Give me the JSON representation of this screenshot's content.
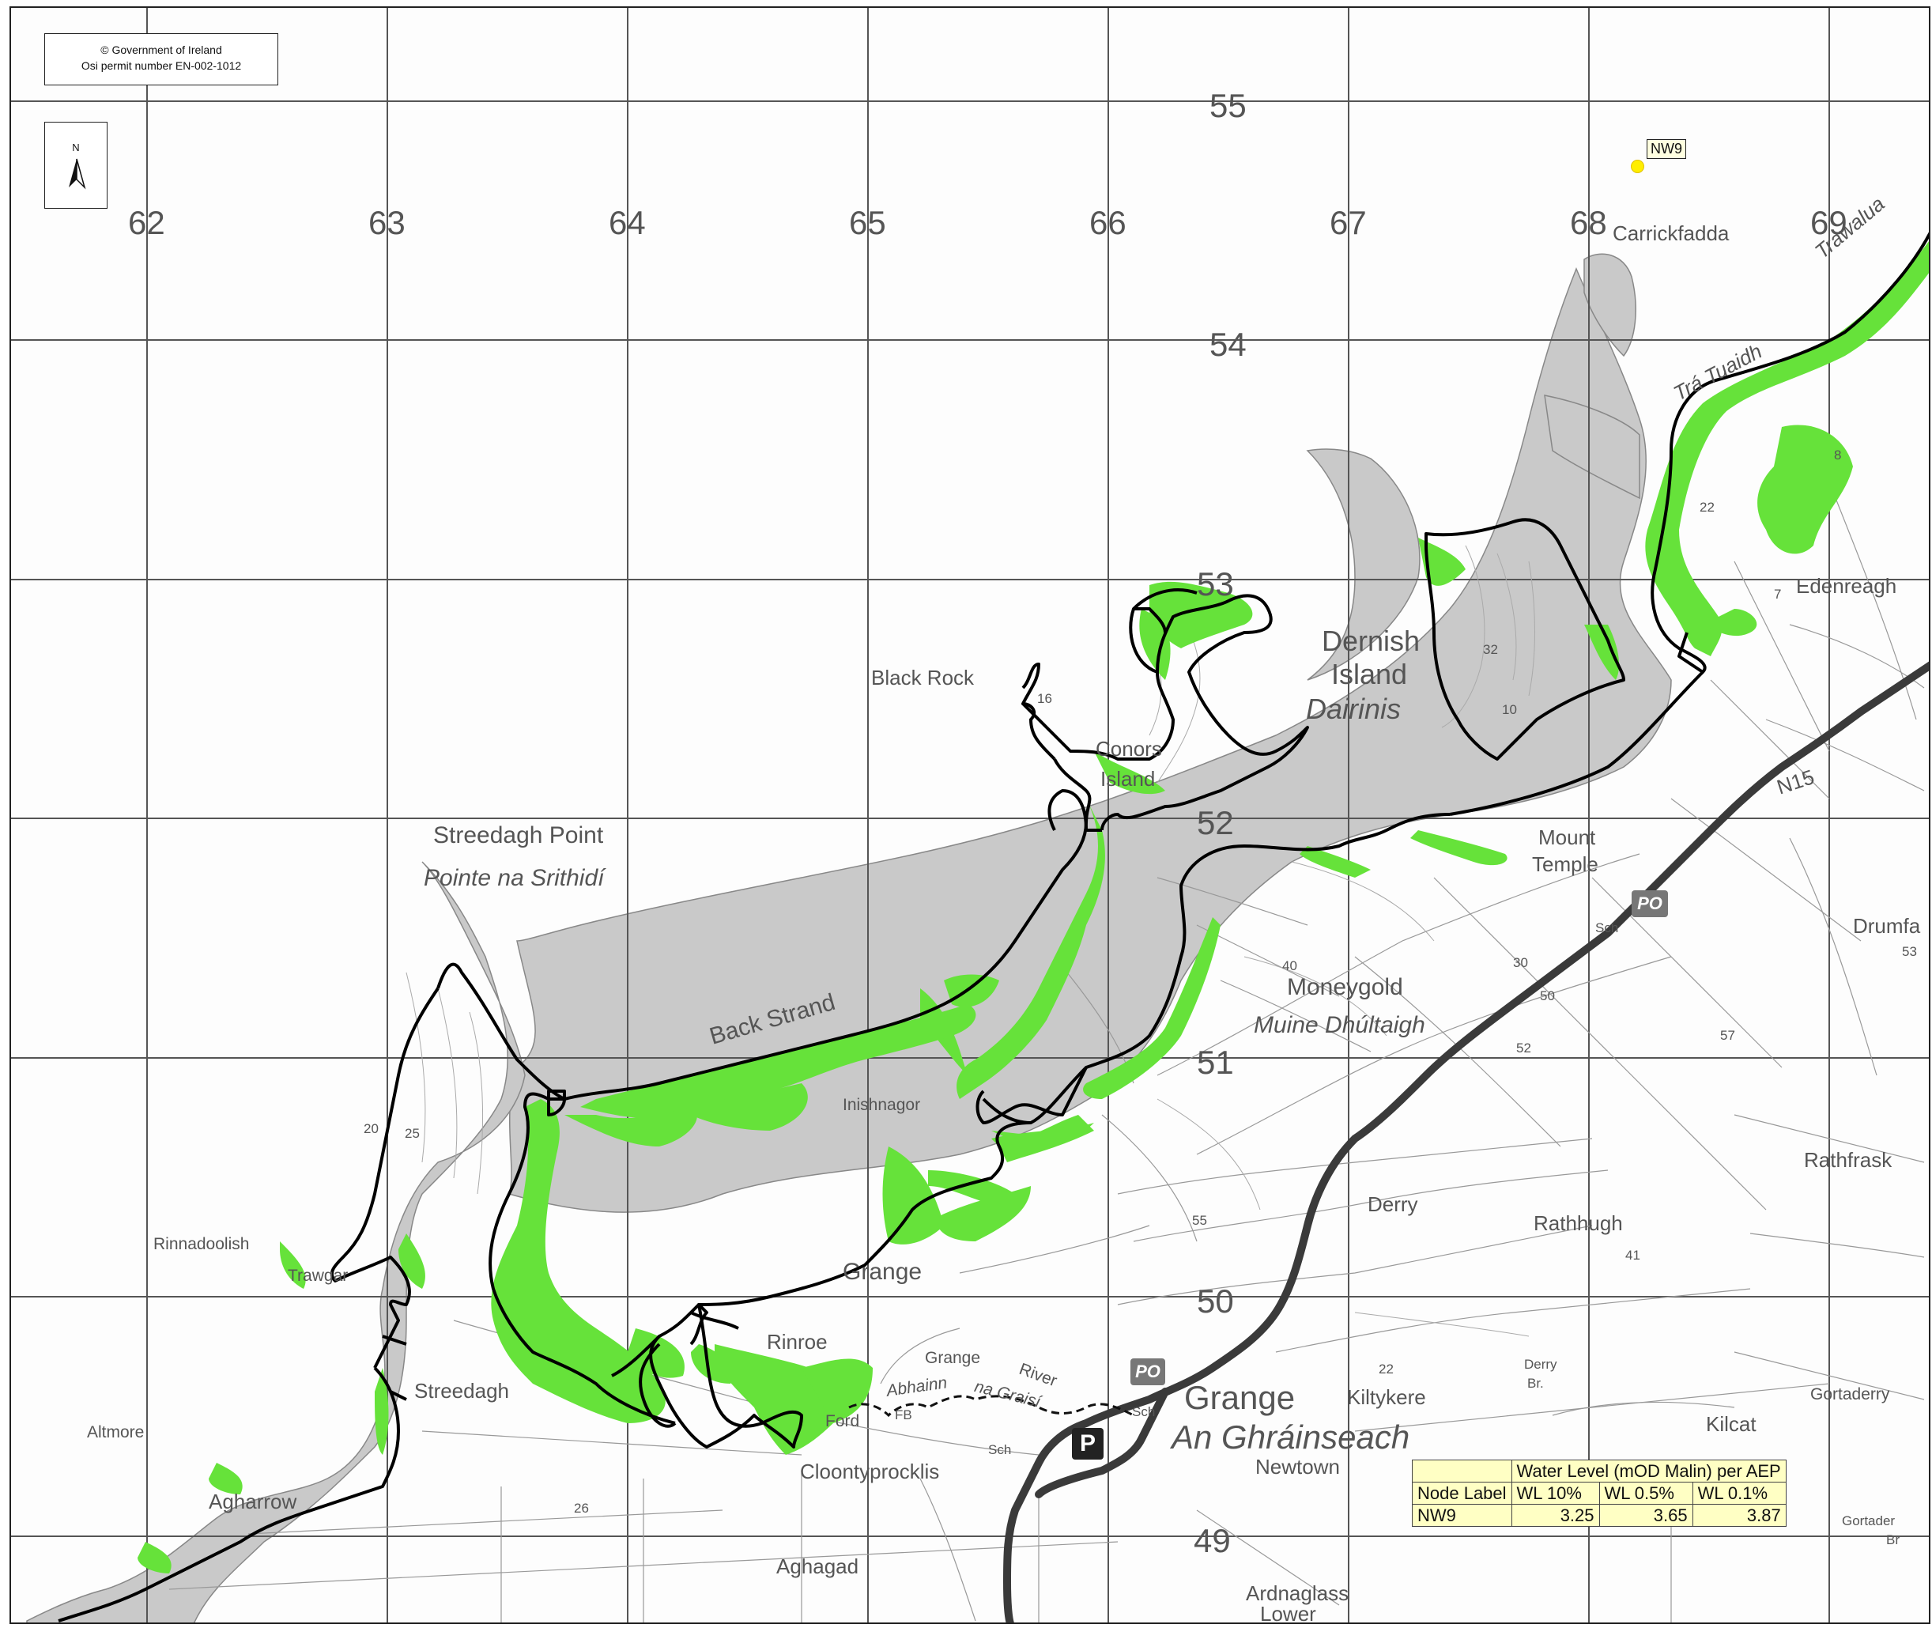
{
  "copyright": {
    "line1": "© Government of Ireland",
    "line2": "Osi permit number EN-002-1012"
  },
  "north_arrow": {
    "letter": "N",
    "icon": "north-arrow-icon"
  },
  "grid": {
    "eastings": [
      "62",
      "63",
      "64",
      "65",
      "66",
      "67",
      "68",
      "69"
    ],
    "northings": [
      "55",
      "54",
      "53",
      "52",
      "51",
      "50",
      "49"
    ]
  },
  "places": {
    "carrickfadda": "Carrickfadda",
    "trawalua": "Trawalua",
    "tra_tuaidh": "Trá Tuaidh",
    "edenreagh": "Edenreagh",
    "dernish_island": "Dernish",
    "dernish_island2": "Island",
    "dairinis": "Dairinis",
    "black_rock": "Black Rock",
    "conors_island": "Conors",
    "conors_island2": "Island",
    "n15": "N15",
    "mount_temple": "Mount",
    "mount_temple2": "Temple",
    "streedagh_point": "Streedagh Point",
    "pointe_na_srithidi": "Pointe na Srithidí",
    "back_strand": "Back Strand",
    "moneygold": "Moneygold",
    "muine_dhultaigh": "Muine Dhúltaigh",
    "drumf": "Drumfa",
    "inishnagor": "Inishnagor",
    "rathfrask": "Rathfrask",
    "derry": "Derry",
    "rathhugh": "Rathhugh",
    "rinnadoolish": "Rinnadoolish",
    "trawgar": "Trawgar",
    "grange_small": "Grange",
    "rinroe": "Rinroe",
    "grange_river": "Grange",
    "river": "River",
    "abhainn": "Abhainn",
    "na_graisi": "na Graisí",
    "grange_big": "Grange",
    "an_ghrainseach": "An Ghráinseach",
    "kiltykere": "Kiltykere",
    "derry_br": "Derry",
    "derry_br2": "Br.",
    "kilcat": "Kilcat",
    "gortaderry": "Gortaderry",
    "altmore": "Altmore",
    "streedagh": "Streedagh",
    "agharrow": "Agharrow",
    "ford": "Ford",
    "fb": "FB",
    "cloontyprocklis": "Cloontyprocklis",
    "sch1": "Sch",
    "sch2": "Sch",
    "sch3": "Sch",
    "newtown": "Newtown",
    "aghagad": "Aghagad",
    "ardnaglass": "Ardnaglass",
    "lower": "Lower",
    "gortader_br": "Gortader",
    "br": "Br",
    "po1": "PO",
    "po2": "PO",
    "p": "P"
  },
  "spot_heights": {
    "h32": "32",
    "h22a": "22",
    "h8": "8",
    "h7": "7",
    "h16": "16",
    "h53": "53",
    "h57": "57",
    "h52": "52",
    "h25": "25",
    "h20": "20",
    "h55": "55",
    "h41": "41",
    "h22b": "22",
    "h26": "26",
    "h10": "10",
    "h30": "30",
    "h40": "40",
    "h50": "50"
  },
  "node": {
    "label": "NW9",
    "marker_color": "#ffee00"
  },
  "water_level_table": {
    "title": "Water Level (mOD Malin) per AEP",
    "headers": [
      "Node Label",
      "WL 10%",
      "WL 0.5%",
      "WL 0.1%"
    ],
    "rows": [
      {
        "node": "NW9",
        "wl10": "3.25",
        "wl05": "3.65",
        "wl01": "3.87"
      }
    ]
  },
  "colors": {
    "flood_extent": "#66e23a",
    "tidal_area": "#c8c8c8",
    "boundary_line": "#000000",
    "road": "#3a3a3a",
    "table_bg": "#ffffc4"
  }
}
